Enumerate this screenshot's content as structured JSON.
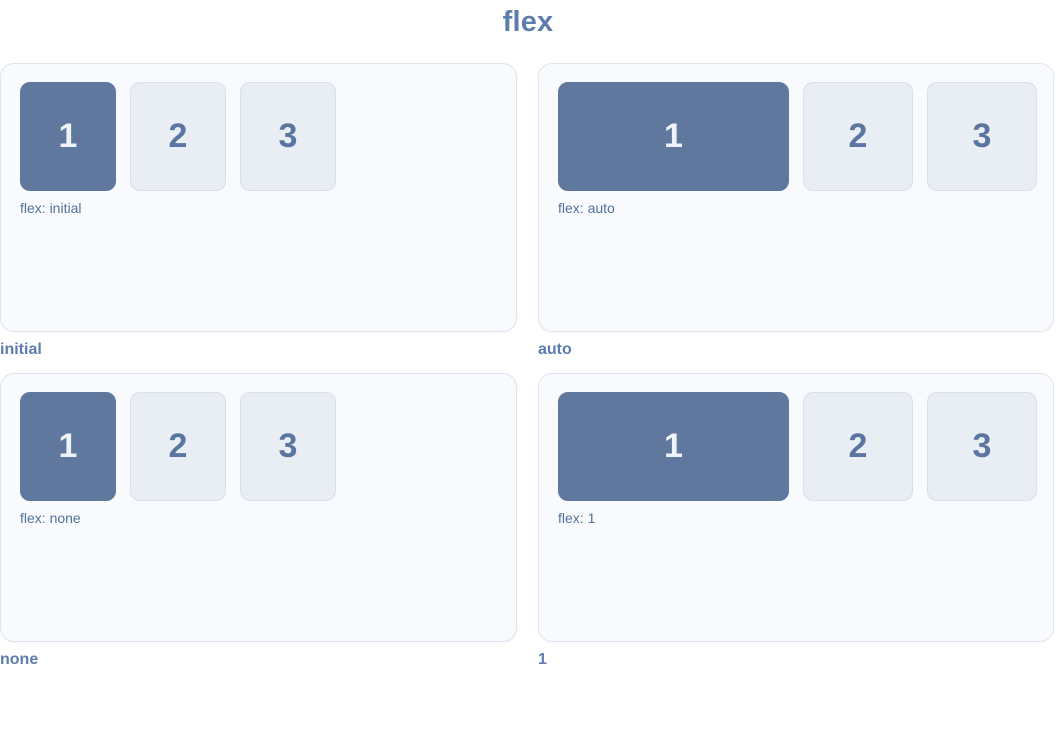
{
  "title": "flex",
  "panels": [
    {
      "caption": "initial",
      "label": "flex: initial",
      "boxes": [
        "1",
        "2",
        "3"
      ]
    },
    {
      "caption": "auto",
      "label": "flex: auto",
      "boxes": [
        "1",
        "2",
        "3"
      ]
    },
    {
      "caption": "none",
      "label": "flex: none",
      "boxes": [
        "1",
        "2",
        "3"
      ]
    },
    {
      "caption": "1",
      "label": "flex: 1",
      "boxes": [
        "1",
        "2",
        "3"
      ]
    }
  ],
  "colors": {
    "accent_box": "#60789e",
    "light_box": "#e9edf4",
    "light_box_border": "#d9e0ec",
    "panel_bg": "#f8fafd",
    "panel_border": "#dfe4ef",
    "heading_text": "#5d7dad",
    "label_text": "#54719c",
    "digit_on_accent": "#eff3f8",
    "digit_on_light": "#5a76a0",
    "page_bg": "#ffffff"
  }
}
